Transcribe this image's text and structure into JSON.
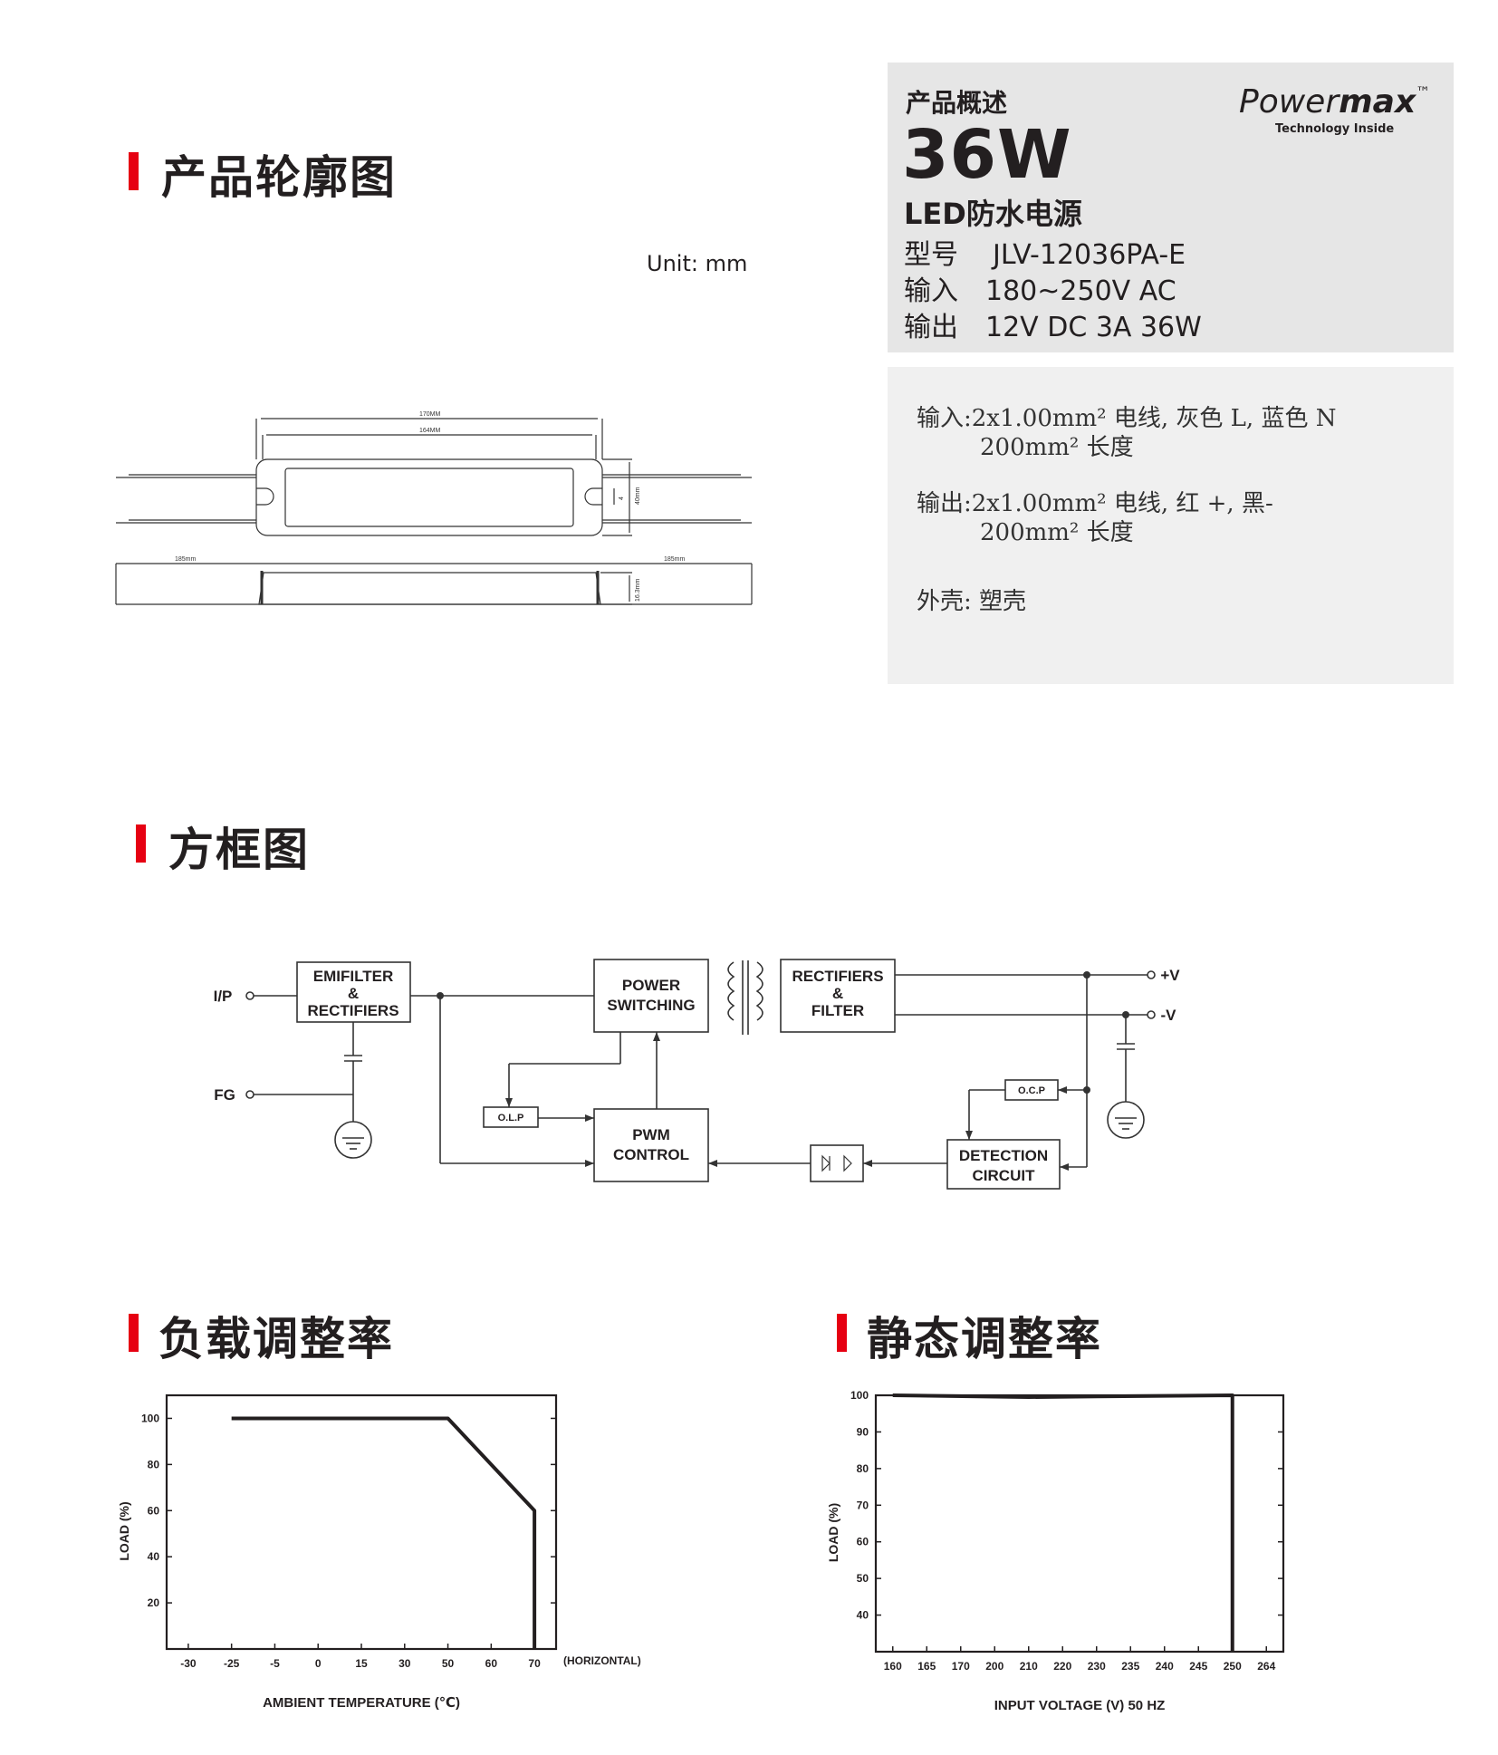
{
  "outline": {
    "title": "产品轮廓图",
    "unit": "Unit: mm",
    "dims": {
      "overall": "170MM",
      "inner": "164MM",
      "lead_left": "185mm",
      "lead_right": "185mm",
      "height": "40mm",
      "hole": "4",
      "thickness": "16.3mm"
    }
  },
  "overview": {
    "heading": "产品概述",
    "power": "36W",
    "product": "LED防水电源",
    "brand": {
      "name_light": "Power",
      "name_bold": "max",
      "tm": "™",
      "tagline": "Technology Inside"
    },
    "specs": [
      {
        "key": "型号",
        "value": "JLV-12036PA-E"
      },
      {
        "key": "输入",
        "value": "180~250V AC"
      },
      {
        "key": "输出",
        "value": "12V DC 3A 36W"
      }
    ]
  },
  "details": {
    "input_line1": "输入:2x1.00mm² 电线, 灰色 L,  蓝色 N",
    "input_line2": "200mm² 长度",
    "output_line1": "输出:2x1.00mm² 电线,  红 +,  黑-",
    "output_line2": "200mm² 长度",
    "shell": "外壳:  塑壳"
  },
  "block": {
    "title": "方框图",
    "labels": {
      "ip": "I/P",
      "fg": "FG",
      "emi": [
        "EMIFILTER",
        "&",
        "RECTIFIERS"
      ],
      "power": [
        "POWER",
        "SWITCHING"
      ],
      "rect": [
        "RECTIFIERS",
        "&",
        "FILTER"
      ],
      "pwm": [
        "PWM",
        "CONTROL"
      ],
      "olp": "O.L.P",
      "ocp": "O.C.P",
      "detect": [
        "DETECTION",
        "CIRCUIT"
      ],
      "vplus": "+V",
      "vminus": "-V"
    }
  },
  "charts": [
    {
      "section_title": "负载调整率",
      "type": "line",
      "xlabel": "AMBIENT TEMPERATURE (℃)",
      "ylabel": "LOAD (%)",
      "x_ticks": [
        "-30",
        "-25",
        "-5",
        "0",
        "15",
        "30",
        "50",
        "60",
        "70"
      ],
      "x_extra": "(HORIZONTAL)",
      "y_ticks": [
        20,
        40,
        60,
        80,
        100
      ],
      "ylim": [
        0,
        110
      ],
      "series": [
        {
          "points": [
            [
              "-25",
              100
            ],
            [
              "50",
              100
            ],
            [
              "70",
              60
            ],
            [
              "70",
              0
            ]
          ]
        }
      ]
    },
    {
      "section_title": "静态调整率",
      "type": "line",
      "xlabel": "INPUT VOLTAGE (V) 50 HZ",
      "ylabel": "LOAD (%)",
      "x_ticks": [
        "160",
        "165",
        "170",
        "200",
        "210",
        "220",
        "230",
        "235",
        "240",
        "245",
        "250",
        "264"
      ],
      "y_ticks": [
        40,
        50,
        60,
        70,
        80,
        90,
        100
      ],
      "ylim": [
        30,
        100
      ],
      "series": [
        {
          "points": [
            [
              "160",
              100
            ],
            [
              "210",
              99.5
            ],
            [
              "230",
              99.7
            ],
            [
              "250",
              100
            ],
            [
              "250",
              30
            ]
          ]
        }
      ]
    }
  ]
}
